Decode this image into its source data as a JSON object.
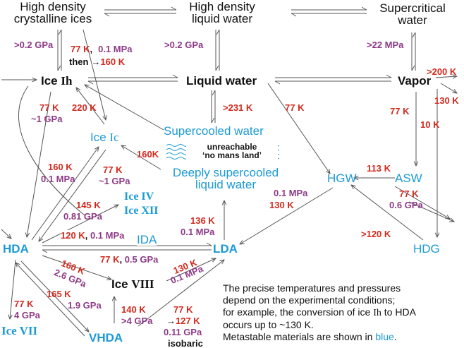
{
  "colors": {
    "stable": "#111111",
    "metastable": "#1b9ad6",
    "temperature": "#d22a1e",
    "pressure": "#8e3a87",
    "arrow": "#555555"
  },
  "nodes": {
    "hd_crystalline_1": "High density",
    "hd_crystalline_2": "crystalline ices",
    "hd_liquid_1": "High density",
    "hd_liquid_2": "liquid water",
    "supercritical_1": "Supercritical",
    "supercritical_2": "water",
    "ice_ih_a": "Ice ",
    "ice_ih_b": "Ih",
    "liquid_water": "Liquid water",
    "vapor": "Vapor",
    "ice_ic_a": "Ice ",
    "ice_ic_b": "Ic",
    "supercooled": "Supercooled water",
    "nomansland_1": "unreachable",
    "nomansland_2": "‘no mans land’",
    "deeply_1": "Deeply supercooled",
    "deeply_2": "liquid water",
    "ice_iv": "Ice IV",
    "ice_xii": "Ice XII",
    "hgw": "HGW",
    "asw": "ASW",
    "hda": "HDA",
    "ida": "IDA",
    "lda": "LDA",
    "hdg": "HDG",
    "ice_viii_a": "Ice ",
    "ice_viii_b": "VIII",
    "ice_vii": "Ice VII",
    "vhda": "VHDA"
  },
  "labels": {
    "p_02gpa_left": ">0.2 GPa",
    "t_77k_top": "77 K",
    "comma": ",",
    "p_01mpa_top": "0.1 MPa",
    "then": "then",
    "then_arrow": "→",
    "t_160k_top": "160 K",
    "p_02gpa_mid": ">0.2 GPa",
    "p_22mpa": ">22 MPa",
    "t_200k": ">200 K",
    "t_130k_vapor": "130 K",
    "t_77k_ih": "77 K",
    "p_1gpa_ih": "~1 GPa",
    "t_220k": "220 K",
    "t_231k": ">231 K",
    "t_77k_lw": "77 K",
    "t_77k_vapor": "77 K",
    "t_10k": "10 K",
    "t_160k_dsc": "160K",
    "t_113k": "113 K",
    "t_160k_hda": "160 K",
    "p_01mpa_hda": "0.1 MPa",
    "t_77k_ic": "77 K",
    "p_1gpa_ic": "~1 GPa",
    "p_01mpa_hgw": "0.1 MPa",
    "t_130k_hgw": "130 K",
    "t_77k_asw": "77 K",
    "p_06gpa": "0.6 GPa",
    "t_145k": "145 K",
    "p_081gpa": "0.81 GPa",
    "t_136k": "136 K",
    "p_01mpa_lda": "0.1 MPa",
    "t_120k_ida": "120 K",
    "p_01mpa_ida_sep": ", ",
    "p_01mpa_ida": "0.1 MPa",
    "t_120k_hdg": ">120 K",
    "t_77k_hda_lda": "77 K",
    "p_05gpa_sep": ", ",
    "p_05gpa": "0.5 GPa",
    "t_160k_viii": "160 K",
    "p_26gpa": "2.6 GPa",
    "t_130k_lda": "130 K",
    "p_01mpa_viii": "0.1 MPa",
    "t_165k": "165 K",
    "p_19gpa": "1.9 GPa",
    "t_77k_vii": "77 K",
    "p_4gpa_vii": "4 GPa",
    "t_140k": "140 K",
    "p_4gpa_vhda": ">4 GPa",
    "t_77k_vhda": "77 K",
    "t_127k_arrow": "→",
    "t_127k": "127 K",
    "p_011gpa": "0.11 GPa",
    "isobaric": "isobaric"
  },
  "note": {
    "line1": "The precise temperatures and pressures",
    "line2": "depend on the experimental conditions;",
    "line3a": "for example, the conversion of ice ",
    "line3b": "Ih",
    "line3c": " to HDA",
    "line4": "occurs up to ~130 K.",
    "line5a": "Metastable materials are shown in ",
    "line5b": "blue",
    "line5c": "."
  }
}
